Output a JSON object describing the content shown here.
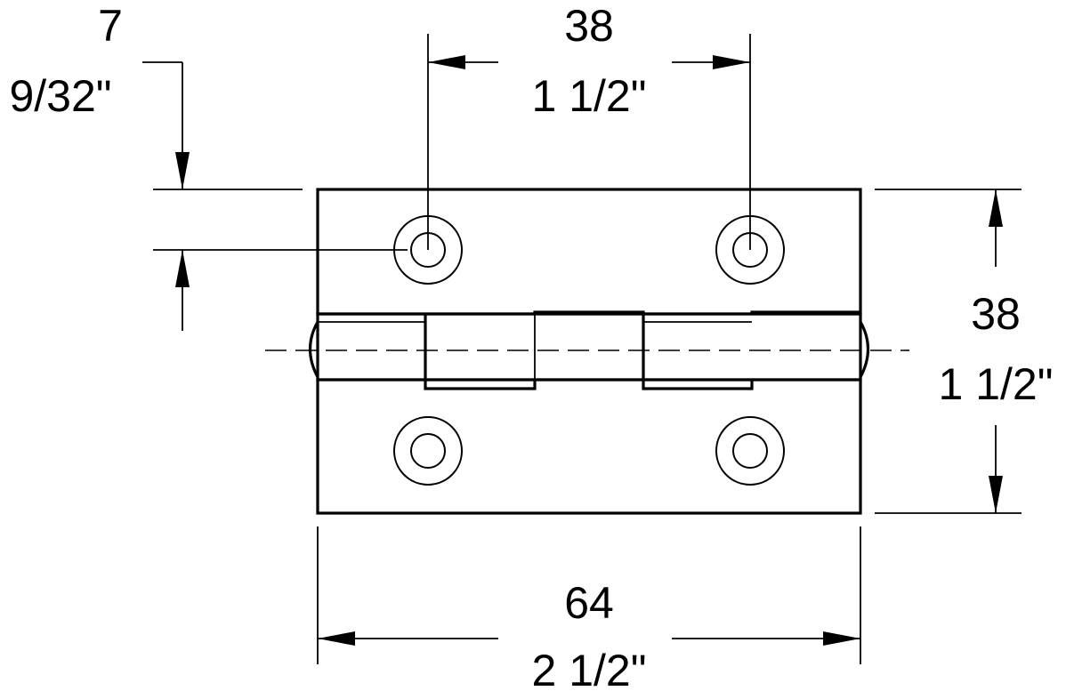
{
  "dimensions": {
    "hole_offset": {
      "mm": "7",
      "inch": "9/32\""
    },
    "hole_spacing": {
      "mm": "38",
      "inch": "1 1/2\""
    },
    "height": {
      "mm": "38",
      "inch": "1 1/2\""
    },
    "width": {
      "mm": "64",
      "inch": "2 1/2\""
    }
  },
  "colors": {
    "line": "#000000",
    "background": "#ffffff"
  }
}
